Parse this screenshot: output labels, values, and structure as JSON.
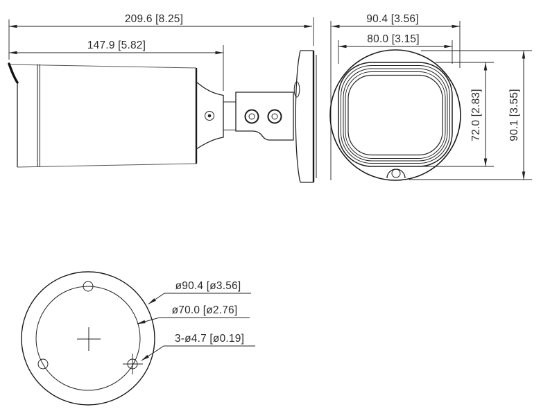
{
  "drawing": {
    "type": "technical-dimension-drawing",
    "subject": "bullet-camera",
    "background_color": "#ffffff",
    "line_color": "#222222",
    "text_color": "#2b2b2b"
  },
  "side_view": {
    "overall_length": "209.6 [8.25]",
    "body_length": "147.9 [5.82]"
  },
  "front_view": {
    "overall_width": "90.4 [3.56]",
    "window_width": "80.0 [3.15]",
    "window_height": "72.0 [2.83]",
    "overall_height": "90.1 [3.55]"
  },
  "base_view": {
    "outer_diameter": "ø90.4 [ø3.56]",
    "bolt_circle_diameter": "ø70.0 [ø2.76]",
    "mounting_holes": "3-ø4.7 [ø0.19]"
  }
}
